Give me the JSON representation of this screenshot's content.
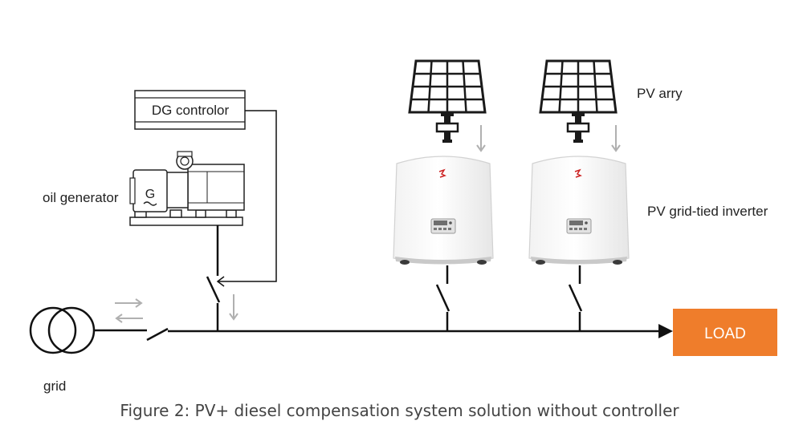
{
  "labels": {
    "dg_controller": "DG controlor",
    "generator_symbol": "G",
    "oil_generator": "oil generator",
    "pv_array": "PV arry",
    "inverter": "PV grid-tied inverter",
    "grid": "grid",
    "load": "LOAD"
  },
  "caption": "Figure 2: PV+ diesel compensation system solution without controller",
  "colors": {
    "line": "#111111",
    "load_box": "#ef7d2b",
    "flow_arrow": "#b0b0b0",
    "panel_frame": "#1a1a1a"
  }
}
